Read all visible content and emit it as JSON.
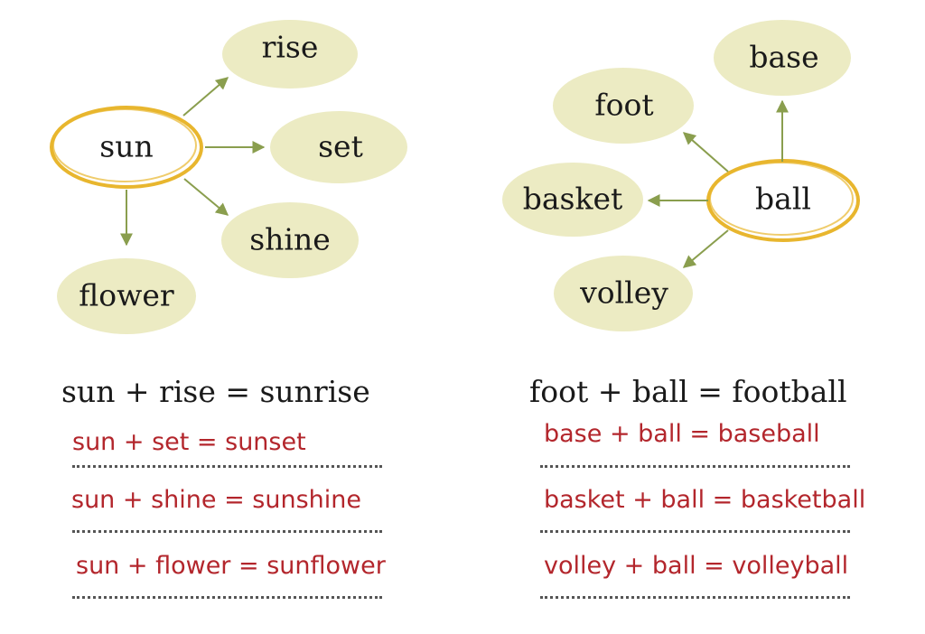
{
  "colors": {
    "bubble": "#ecebc3",
    "hub_ring": "#e8b62e",
    "arrow": "#8a9e4e",
    "answer_text": "#b3262c",
    "example_text": "#1a1a1a"
  },
  "left_web": {
    "center": "sun",
    "rise": "rise",
    "set": "set",
    "shine": "shine",
    "flower": "flower"
  },
  "right_web": {
    "center": "ball",
    "foot": "foot",
    "base": "base",
    "basket": "basket",
    "volley": "volley"
  },
  "left_equations": {
    "example": "sun + rise = sunrise",
    "answers": [
      "sun + set = sunset",
      "sun + shine = sunshine",
      "sun + flower = sunflower"
    ]
  },
  "right_equations": {
    "example": "foot + ball = football",
    "answers": [
      "base + ball = baseball",
      "basket + ball = basketball",
      "volley + ball = volleyball"
    ]
  }
}
